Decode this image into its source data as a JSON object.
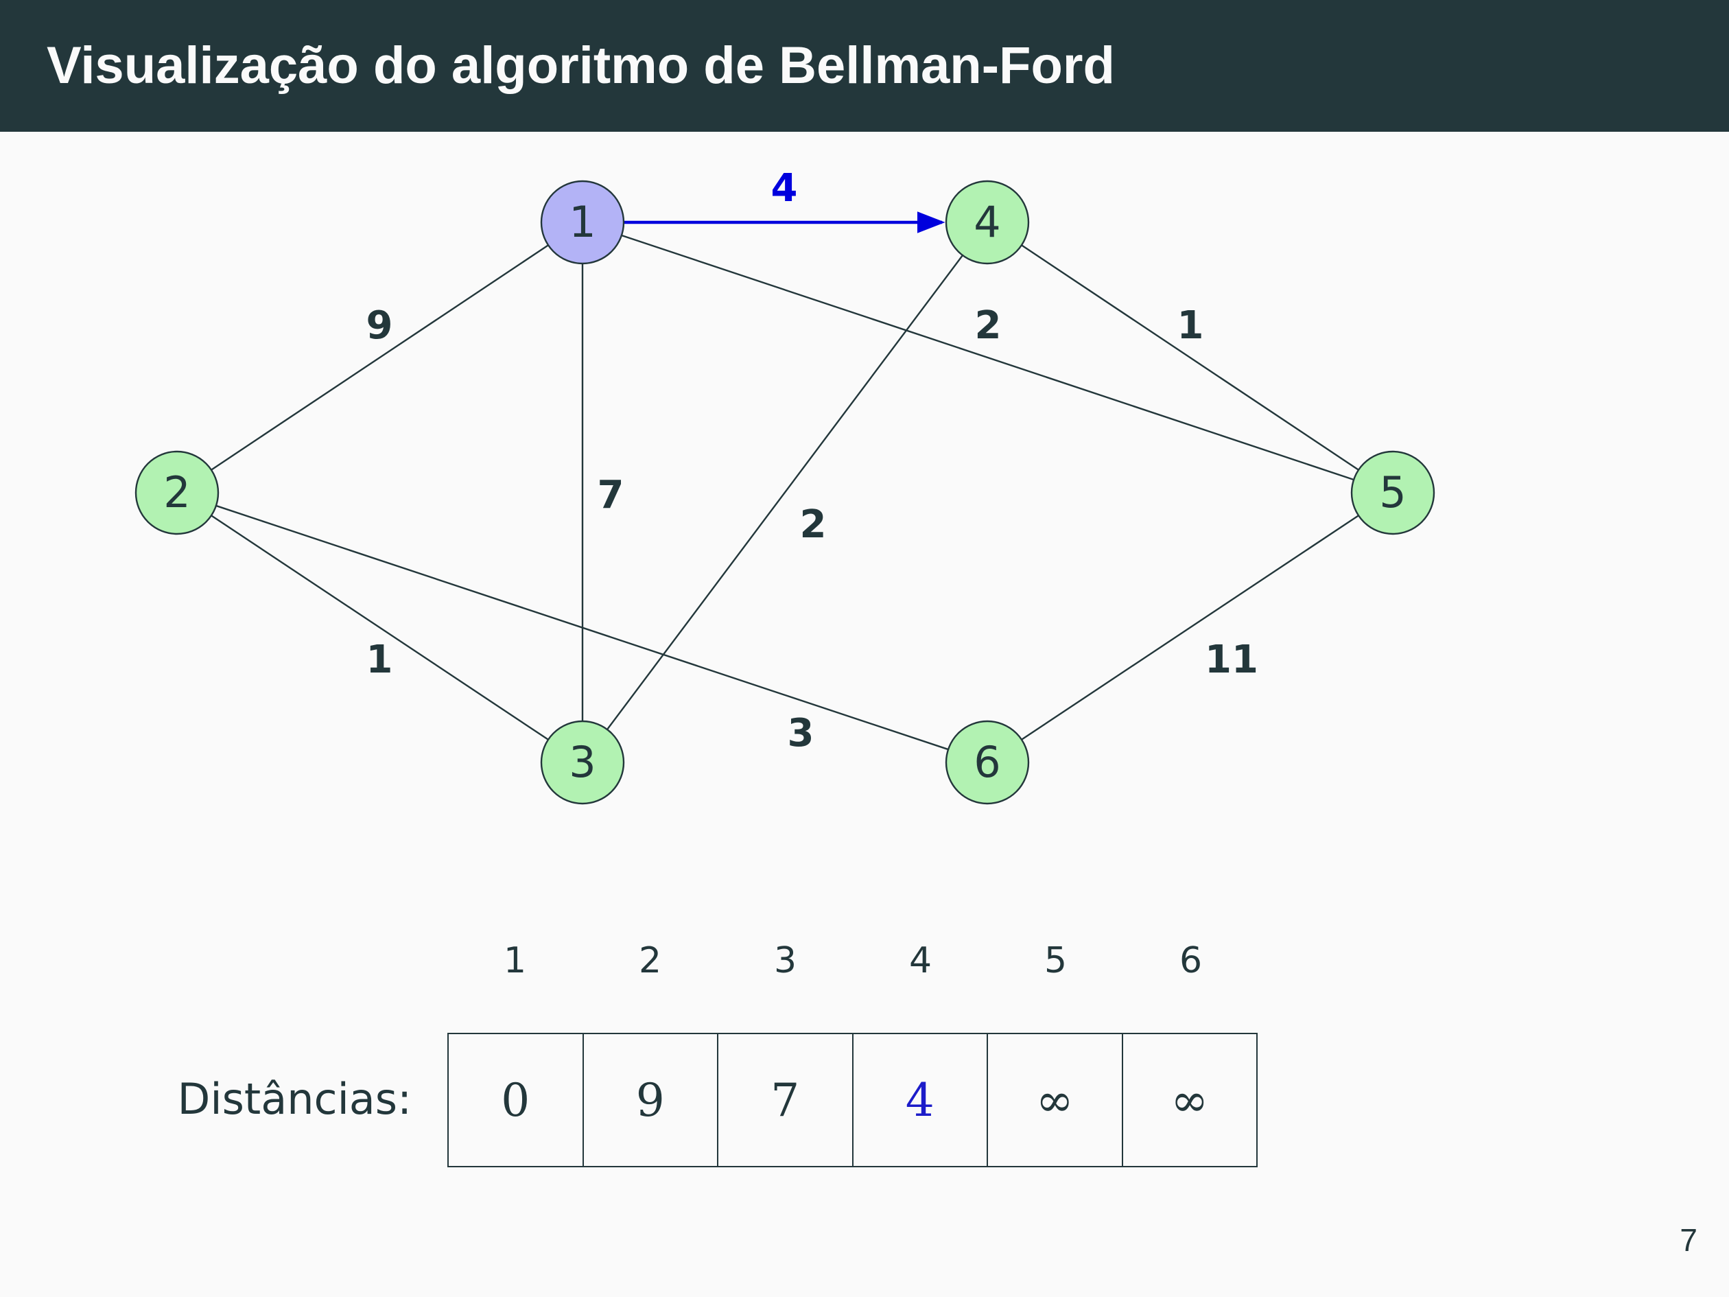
{
  "title": "Visualização do algoritmo de Bellman-Ford",
  "page_number": "7",
  "colors": {
    "header_bg": "#23373b",
    "background": "#fafafa",
    "node_default": "#b2f2b2",
    "node_current": "#b3b3f6",
    "active_edge": "#0000dd",
    "text": "#23373b"
  },
  "graph": {
    "nodes": [
      {
        "id": "1",
        "label": "1",
        "state": "current"
      },
      {
        "id": "2",
        "label": "2",
        "state": "default"
      },
      {
        "id": "3",
        "label": "3",
        "state": "default"
      },
      {
        "id": "4",
        "label": "4",
        "state": "default"
      },
      {
        "id": "5",
        "label": "5",
        "state": "default"
      },
      {
        "id": "6",
        "label": "6",
        "state": "default"
      }
    ],
    "edges": [
      {
        "from": "1",
        "to": "4",
        "weight": "4",
        "active": true,
        "directed": true
      },
      {
        "from": "1",
        "to": "2",
        "weight": "9",
        "active": false,
        "directed": false
      },
      {
        "from": "1",
        "to": "3",
        "weight": "7",
        "active": false,
        "directed": false
      },
      {
        "from": "1",
        "to": "5",
        "weight": "2",
        "active": false,
        "directed": false
      },
      {
        "from": "4",
        "to": "5",
        "weight": "1",
        "active": false,
        "directed": false
      },
      {
        "from": "4",
        "to": "3",
        "weight": "2",
        "active": false,
        "directed": false
      },
      {
        "from": "2",
        "to": "3",
        "weight": "1",
        "active": false,
        "directed": false
      },
      {
        "from": "2",
        "to": "6",
        "weight": "3",
        "active": false,
        "directed": false
      },
      {
        "from": "5",
        "to": "6",
        "weight": "11",
        "active": false,
        "directed": false
      }
    ]
  },
  "distances": {
    "label": "Distâncias:",
    "columns": [
      "1",
      "2",
      "3",
      "4",
      "5",
      "6"
    ],
    "values": [
      "0",
      "9",
      "7",
      "4",
      "∞",
      "∞"
    ],
    "highlighted_index": 3
  }
}
